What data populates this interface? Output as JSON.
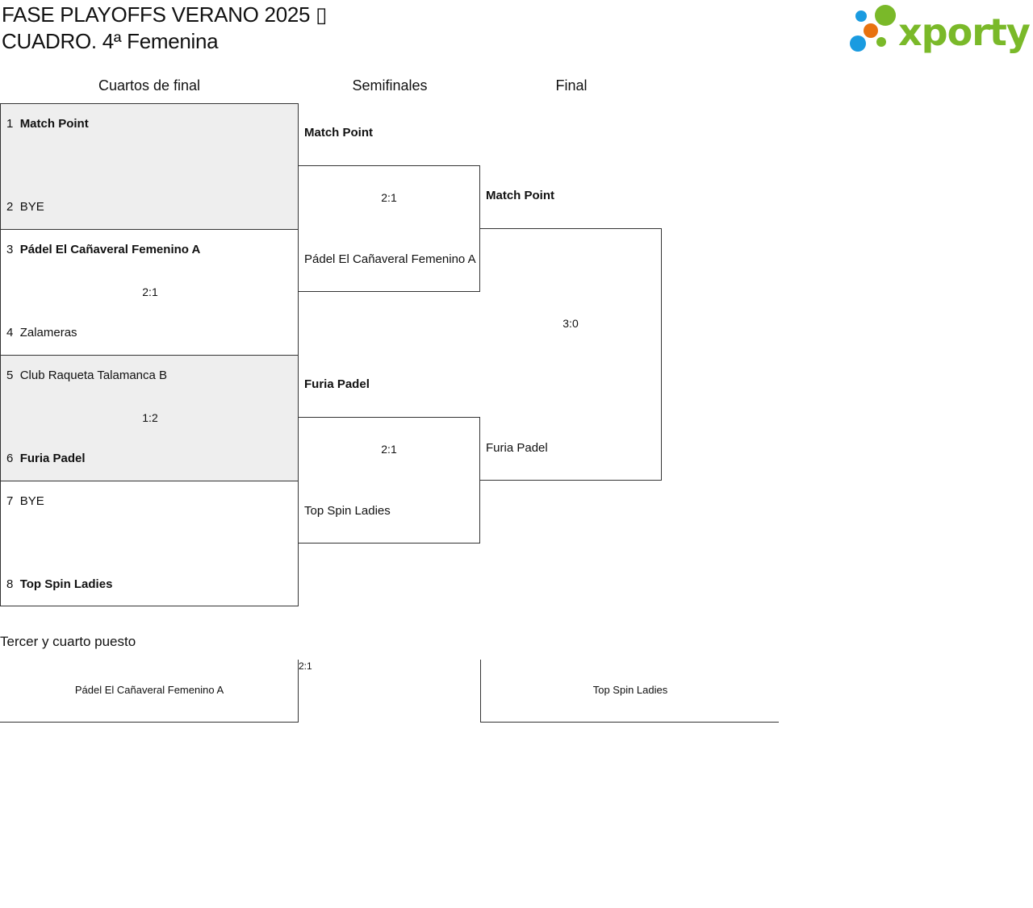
{
  "header": {
    "title_line1": "FASE PLAYOFFS VERANO 2025 ▯",
    "title_line2": "CUADRO. 4ª Femenina",
    "logo_text": "xporty"
  },
  "rounds": [
    "Cuartos de final",
    "Semifinales",
    "Final"
  ],
  "quarterfinals": [
    {
      "top": {
        "seed": "1",
        "name": "Match Point"
      },
      "bottom": {
        "seed": "2",
        "name": "BYE"
      },
      "score": ""
    },
    {
      "top": {
        "seed": "3",
        "name": "Pádel El Cañaveral Femenino A"
      },
      "bottom": {
        "seed": "4",
        "name": "Zalameras"
      },
      "score": "2:1"
    },
    {
      "top": {
        "seed": "5",
        "name": "Club Raqueta Talamanca B"
      },
      "bottom": {
        "seed": "6",
        "name": "Furia Padel"
      },
      "score": "1:2"
    },
    {
      "top": {
        "seed": "7",
        "name": "BYE"
      },
      "bottom": {
        "seed": "8",
        "name": "Top Spin Ladies"
      },
      "score": ""
    }
  ],
  "semifinals": [
    {
      "top": "Match Point",
      "bottom": "Pádel El Cañaveral Femenino A",
      "score": "2:1"
    },
    {
      "top": "Furia Padel",
      "bottom": "Top Spin Ladies",
      "score": "2:1"
    }
  ],
  "final": {
    "top": "Match Point",
    "bottom": "Furia Padel",
    "score": "3:0"
  },
  "third_place": {
    "title": "Tercer y cuarto puesto",
    "left": "Pádel El Cañaveral Femenino A",
    "right": "Top Spin Ladies",
    "score": "2:1"
  }
}
